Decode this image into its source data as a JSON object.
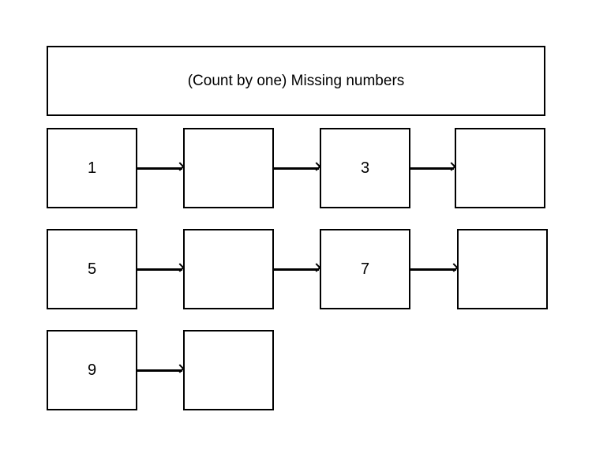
{
  "title": "(Count by one) Missing numbers",
  "rows": [
    [
      "1",
      "",
      "3",
      ""
    ],
    [
      "5",
      "",
      "7",
      ""
    ],
    [
      "9",
      ""
    ]
  ]
}
